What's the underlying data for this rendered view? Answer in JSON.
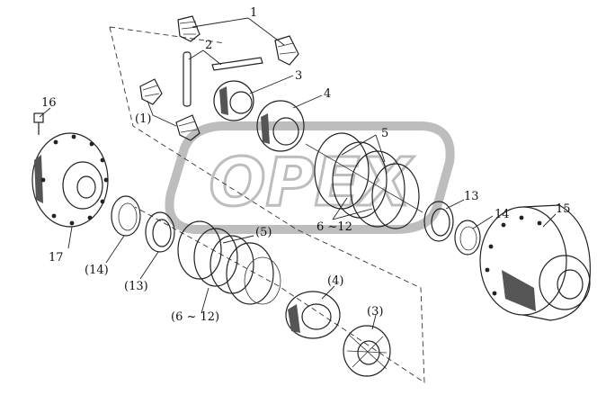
{
  "watermark": {
    "text": "OPEX"
  },
  "callouts": [
    {
      "id": "c-1",
      "text": "1"
    },
    {
      "id": "c-2",
      "text": "2"
    },
    {
      "id": "c-3",
      "text": "3"
    },
    {
      "id": "c-p1",
      "text": "(1)"
    },
    {
      "id": "c-4",
      "text": "4"
    },
    {
      "id": "c-5",
      "text": "5"
    },
    {
      "id": "c-16",
      "text": "16"
    },
    {
      "id": "c-6-12",
      "text": "6 ~12"
    },
    {
      "id": "c-13",
      "text": "13"
    },
    {
      "id": "c-14",
      "text": "14"
    },
    {
      "id": "c-15",
      "text": "15"
    },
    {
      "id": "c-p5",
      "text": "(5)"
    },
    {
      "id": "c-17",
      "text": "17"
    },
    {
      "id": "c-p14",
      "text": "(14)"
    },
    {
      "id": "c-p13",
      "text": "(13)"
    },
    {
      "id": "c-p4",
      "text": "(4)"
    },
    {
      "id": "c-p6-12",
      "text": "(6 ~ 12)"
    },
    {
      "id": "c-p3",
      "text": "(3)"
    }
  ]
}
